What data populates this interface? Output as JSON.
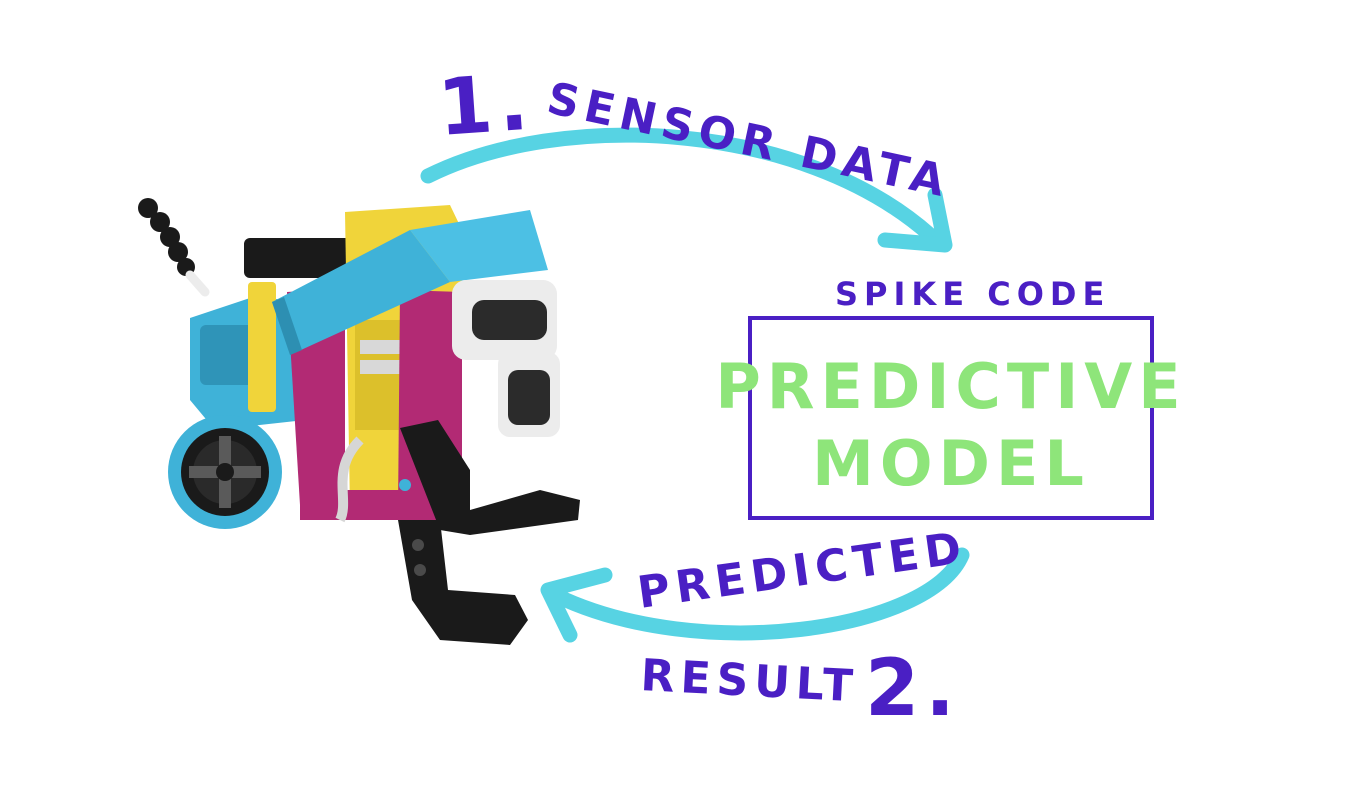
{
  "labels": {
    "step1_number": "1.",
    "step1_text": "SENSOR DATA",
    "box_caption": "SPIKE CODE",
    "model_line1": "PREDICTIVE",
    "model_line2": "MODEL",
    "step2_line1": "PREDICTED",
    "step2_line2": "RESULT",
    "step2_number": "2."
  },
  "colors": {
    "ink": "#4a1fc4",
    "arrow": "#57d3e3",
    "model_text": "#8ee57a",
    "robot_blue": "#3fb2d8",
    "robot_yellow": "#f0d43a",
    "robot_magenta": "#b22a74",
    "robot_black": "#1a1a1a",
    "robot_white": "#ececec"
  },
  "icons": {
    "robot": "lego-spike-robot-illustration"
  }
}
